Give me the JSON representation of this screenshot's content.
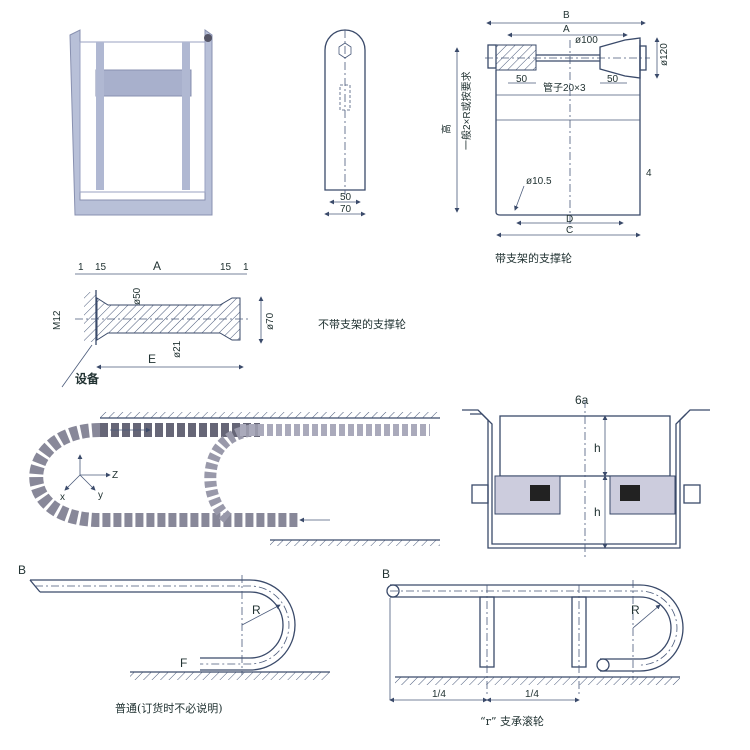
{
  "bracket_support_roller": {
    "caption": "带支架的支撑轮",
    "dim_b": "B",
    "dim_a": "A",
    "dia_100": "ø100",
    "dia_120": "ø120",
    "dim_50_left": "50",
    "dim_50_right": "50",
    "pipe_label": "管子20×3",
    "height_label": "高",
    "height_note": "一般2×R或按要求",
    "hole_dia": "ø10.5",
    "thickness": "4",
    "dim_d": "D",
    "dim_c": "C"
  },
  "unbracketed_roller": {
    "caption": "不带支架的支撑轮",
    "dim_1_left": "1",
    "dim_15_left": "15",
    "dim_a": "A",
    "dim_15_right": "15",
    "dim_1_right": "1",
    "dia_50": "ø50",
    "thread": "M12",
    "dia_70": "ø70",
    "dia_21": "ø21",
    "dim_e": "E",
    "equipment_label": "设备"
  },
  "chain_axes": {
    "z": "Z",
    "y": "y",
    "x": "x"
  },
  "frame_section": {
    "width_label": "6a",
    "h_upper": "h",
    "h_lower": "h"
  },
  "normal_layout": {
    "label_b": "B",
    "label_r": "R",
    "label_f": "F",
    "caption": "普通(订货时不必说明)"
  },
  "roller_layout": {
    "label_b": "B",
    "label_r": "R",
    "quarter_left": "1/4",
    "quarter_right": "1/4",
    "caption": "“r” 支承滚轮"
  }
}
